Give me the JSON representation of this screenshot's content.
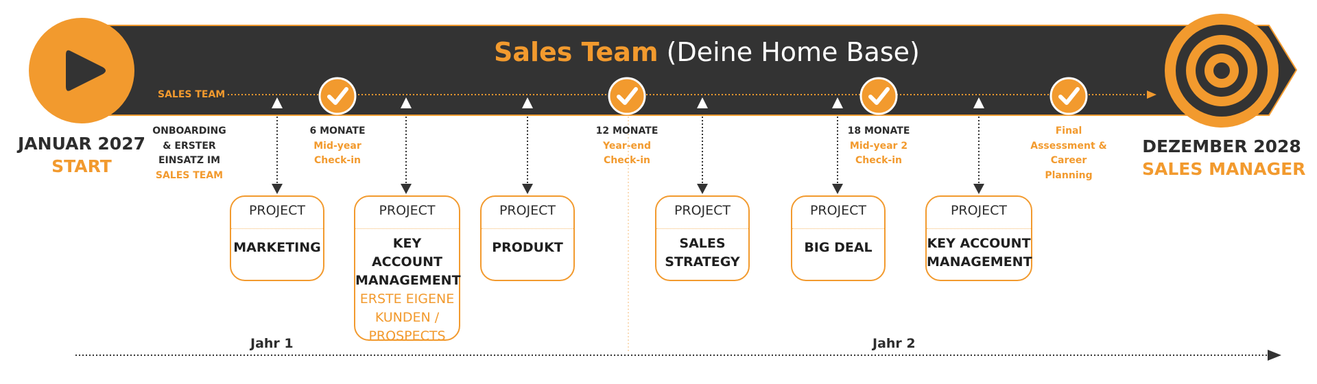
{
  "header": {
    "title_accent": "Sales Team",
    "title_rest": " (Deine Home Base)",
    "track_label": "SALES TEAM"
  },
  "start": {
    "date": "JANUAR 2027",
    "label": "START"
  },
  "end": {
    "date": "DEZEMBER 2028",
    "label": "SALES MANAGER"
  },
  "onboarding": {
    "line1": "ONBOARDING",
    "line2": "& ERSTER",
    "line3": "EINSATZ IM",
    "line4": "SALES TEAM"
  },
  "checkpoints": [
    {
      "key": "6 MONATE",
      "line1": "Mid-year",
      "line2": "Check-in"
    },
    {
      "key": "12 MONATE",
      "line1": "Year-end",
      "line2": "Check-in"
    },
    {
      "key": "18 MONATE",
      "line1": "Mid-year 2",
      "line2": "Check-in"
    },
    {
      "line1": "Final",
      "line2": "Assessment &",
      "line3": "Career",
      "line4": "Planning"
    }
  ],
  "projects": [
    {
      "header": "PROJECT",
      "name": "MARKETING"
    },
    {
      "header": "PROJECT",
      "name1": "KEY ACCOUNT",
      "name2": "MANAGEMENT",
      "sub1": "ERSTE EIGENE",
      "sub2": "KUNDEN /",
      "sub3": "PROSPECTS"
    },
    {
      "header": "PROJECT",
      "name": "PRODUKT"
    },
    {
      "header": "PROJECT",
      "name1": "SALES",
      "name2": "STRATEGY"
    },
    {
      "header": "PROJECT",
      "name": "BIG DEAL"
    },
    {
      "header": "PROJECT",
      "name1": "KEY ACCOUNT",
      "name2": "MANAGEMENT"
    }
  ],
  "years": {
    "year1": "Jahr 1",
    "year2": "Jahr 2"
  },
  "colors": {
    "accent": "#f29a2e",
    "band": "#333333",
    "text": "#2d2d2d"
  },
  "icons": {
    "start": "play-icon",
    "end": "target-icon",
    "checkpoint": "check-icon"
  }
}
